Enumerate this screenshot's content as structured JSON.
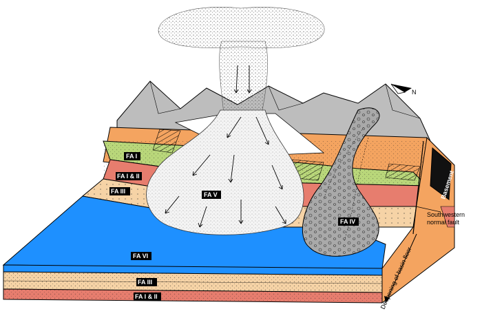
{
  "labels": {
    "fa_i": "FA I",
    "fa_i_ii_upper": "FA I & II",
    "fa_iii_upper": "FA III",
    "fa_v": "FA V",
    "fa_iv": "FA IV",
    "fa_vi": "FA VI",
    "fa_iii_lower": "FA III",
    "fa_i_ii_lower": "FA I & II",
    "basement": "Basement",
    "fault_line1": "Southwestern",
    "fault_line2": "normal fault",
    "deepening": "Deepening of basin floor",
    "north": "N"
  },
  "colors": {
    "mountain": "#bdbdbd",
    "orange": "#f4a460",
    "green": "#b9d77a",
    "red": "#e77d6e",
    "tan": "#f6d3a6",
    "blue": "#1e90ff",
    "ash": "#f2f2f2",
    "lahar": "#a9a9a9"
  }
}
